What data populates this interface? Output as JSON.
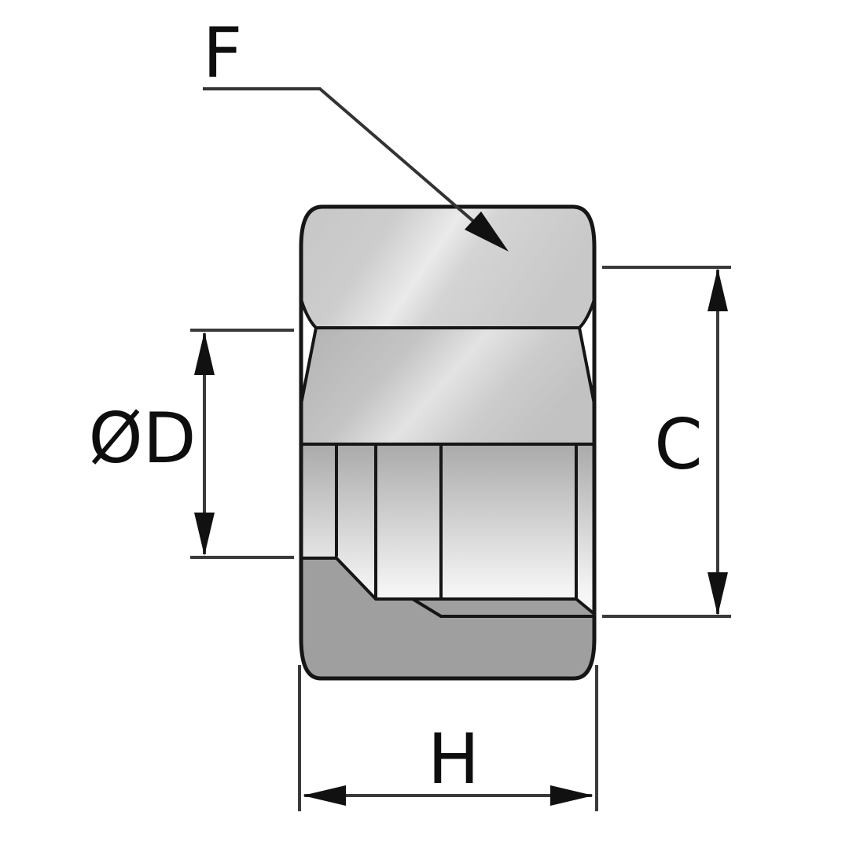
{
  "labels": {
    "f": "F",
    "od": "ØD",
    "c": "C",
    "h": "H"
  },
  "colors": {
    "background": "#ffffff",
    "part_outline": "#161616",
    "dimension_line": "#3a3a3a",
    "arrow_fill": "#111111",
    "collar_gray": "#9f9f9f",
    "label_text": "#0e0e0e"
  }
}
